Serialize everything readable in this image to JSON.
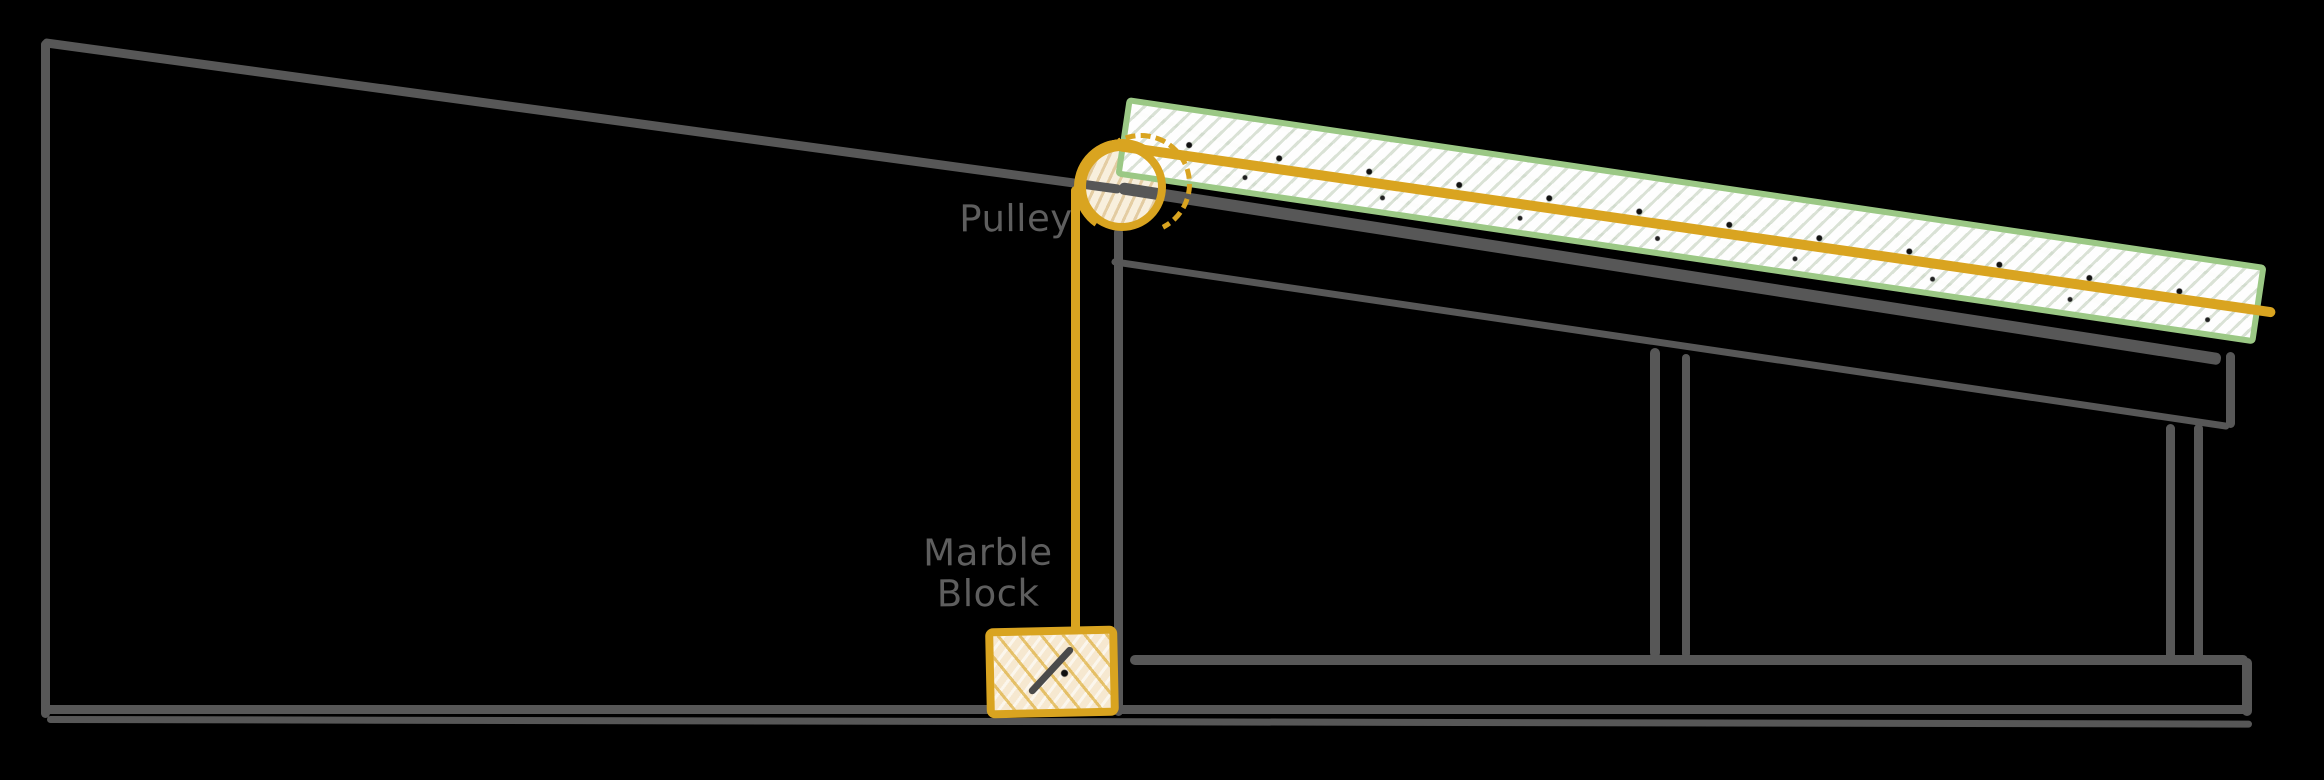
{
  "diagram": {
    "type": "sketch-cross-section",
    "labels": {
      "pulley": "Pulley",
      "counterweight_line1": "Marble",
      "counterweight_line2": "Block"
    },
    "colors": {
      "background": "#000000",
      "sketch_gray": "#575757",
      "accent_orange": "#D9A420",
      "panel_green": "#9BC885",
      "panel_fill": "#EEF3EA",
      "cream_fill": "#F8EFDD",
      "label_gray": "#5E5E5E"
    }
  }
}
